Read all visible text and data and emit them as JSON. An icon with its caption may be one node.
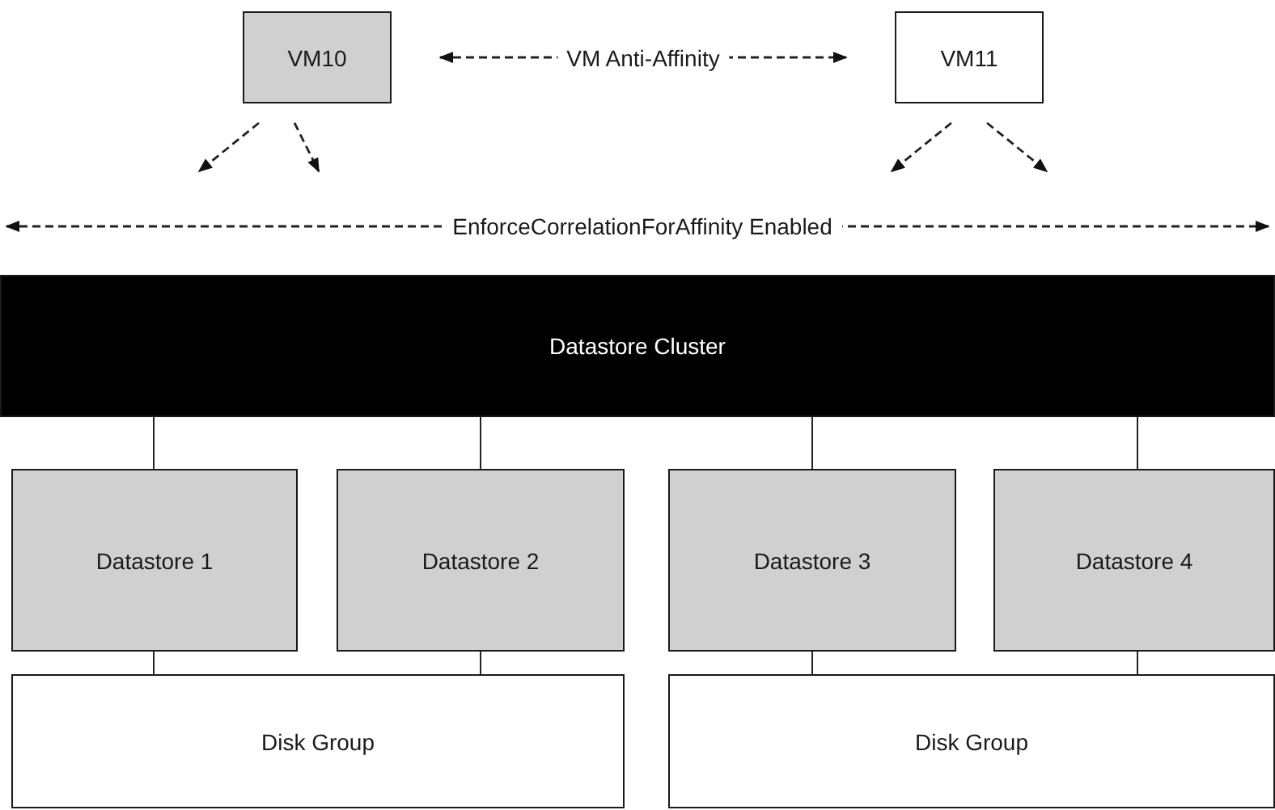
{
  "diagram": {
    "nodes": [
      {
        "text": [
          "VM10"
        ]
      },
      {
        "text": [
          "VM11"
        ]
      },
      {
        "text": [
          "Datastore Cluster"
        ]
      },
      {
        "text": [
          "Datastore 1"
        ]
      },
      {
        "text": [
          "Datastore 2"
        ]
      },
      {
        "text": [
          "Datastore 3"
        ]
      },
      {
        "text": [
          "Datastore 4"
        ]
      },
      {
        "text": [
          "Disk Group"
        ]
      },
      {
        "text": [
          "Disk Group"
        ]
      }
    ],
    "edges": [
      {
        "from": 0,
        "to": 1,
        "arrow": "both",
        "label": "VM Anti-Affinity",
        "style": "dashed"
      },
      {
        "from": 0,
        "to": null,
        "arrow": "to",
        "style": "dashed"
      },
      {
        "from": 0,
        "to": null,
        "arrow": "to",
        "style": "dashed"
      },
      {
        "from": 1,
        "to": null,
        "arrow": "to",
        "style": "dashed"
      },
      {
        "from": 1,
        "to": null,
        "arrow": "to",
        "style": "dashed"
      },
      {
        "from": 2,
        "to": 3,
        "arrow": "none"
      },
      {
        "from": 2,
        "to": 4,
        "arrow": "none"
      },
      {
        "from": 2,
        "to": 5,
        "arrow": "none"
      },
      {
        "from": 2,
        "to": 6,
        "arrow": "none"
      },
      {
        "from": 3,
        "to": 7,
        "arrow": "none"
      },
      {
        "from": 4,
        "to": 7,
        "arrow": "none"
      },
      {
        "from": 5,
        "to": 8,
        "arrow": "none"
      },
      {
        "from": 6,
        "to": 8,
        "arrow": "none"
      }
    ],
    "labels": [
      "EnforceCorrelationForAffinity Enabled"
    ]
  }
}
